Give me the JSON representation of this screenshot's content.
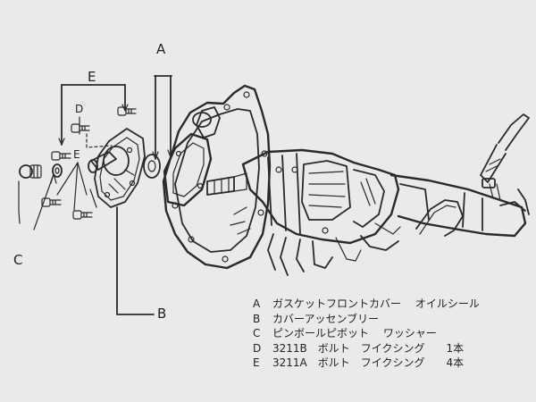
{
  "callouts": {
    "a": "A",
    "b": "B",
    "c": "C",
    "d": "D",
    "e_top": "E",
    "e_lower": "E"
  },
  "legend": [
    {
      "key": "A",
      "text": "ガスケットフロントカバー　 オイルシール"
    },
    {
      "key": "B",
      "text": "カバーアッセンブリー"
    },
    {
      "key": "C",
      "text": "ピンボールピボット　 ワッシャー"
    },
    {
      "key": "D",
      "text": "3211B　ボルト　フイクシング　　1本"
    },
    {
      "key": "E",
      "text": "3211A　ボルト　フイクシング　　4本"
    }
  ]
}
